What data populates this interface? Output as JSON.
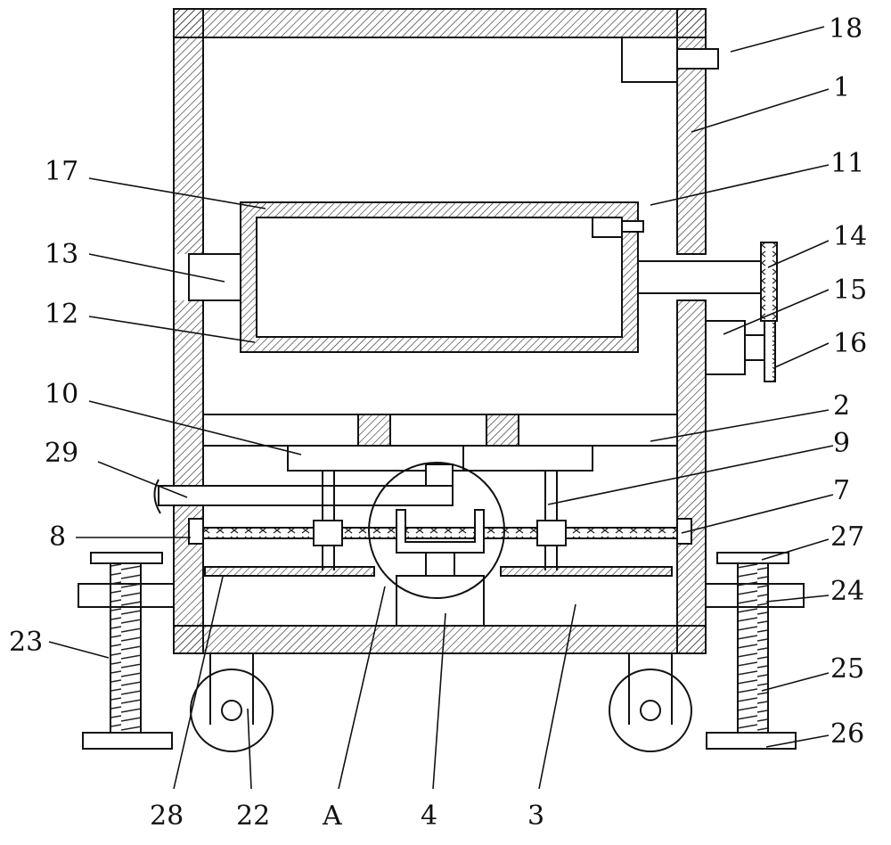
{
  "labels": {
    "l18": "18",
    "l1": "1",
    "l11": "11",
    "l14": "14",
    "l15": "15",
    "l16": "16",
    "l2": "2",
    "l9": "9",
    "l7": "7",
    "l27": "27",
    "l24": "24",
    "l25": "25",
    "l26": "26",
    "l17": "17",
    "l13": "13",
    "l12": "12",
    "l10": "10",
    "l29": "29",
    "l8": "8",
    "l23": "23",
    "l28": "28",
    "l22": "22",
    "lA": "A",
    "l4": "4",
    "l3": "3"
  },
  "colors": {
    "line": "#111111",
    "hatch": "#222222",
    "background": "#ffffff"
  }
}
